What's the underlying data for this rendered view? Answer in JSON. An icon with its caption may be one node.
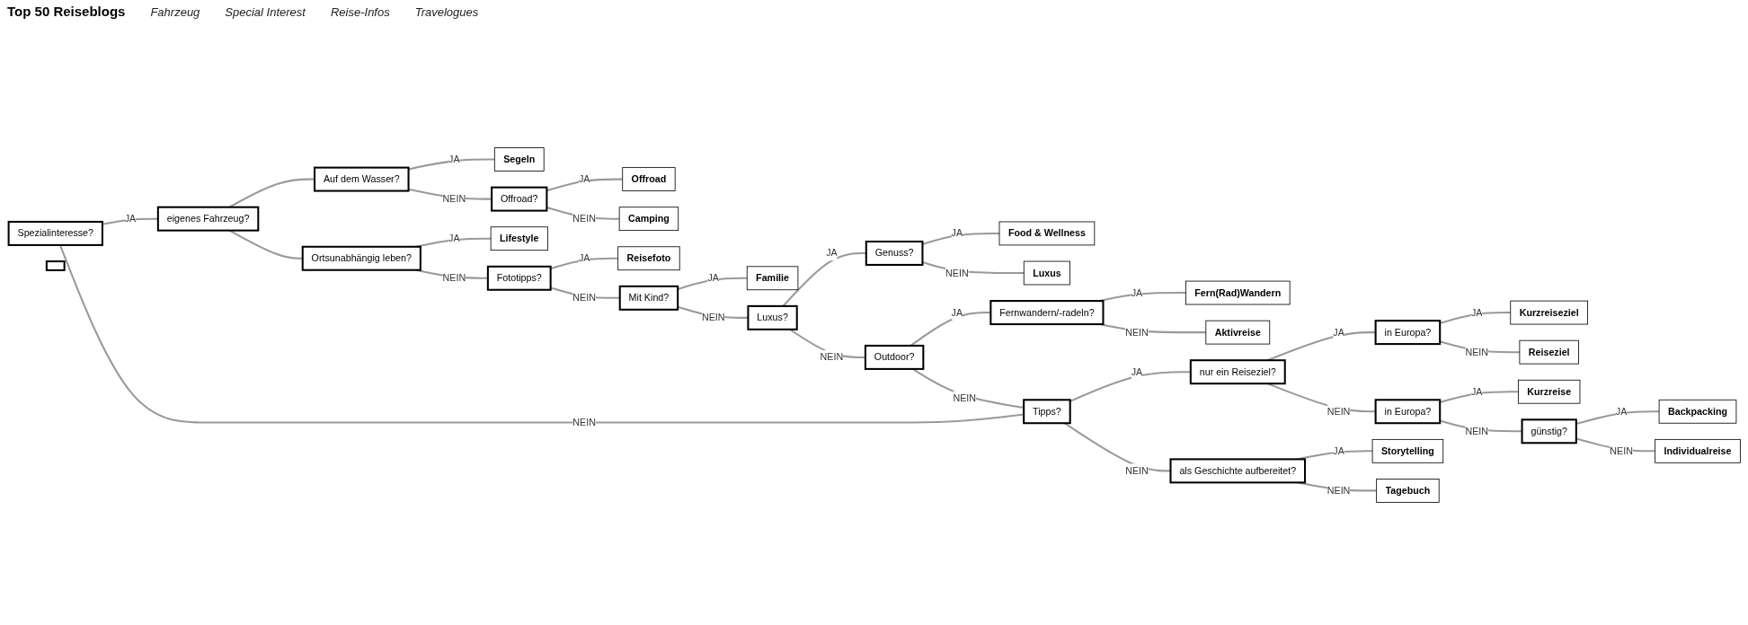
{
  "diagram": {
    "title": "Top 50 Reiseblogs",
    "nodes": [
      {
        "text": [
          "Spezialinteresse?"
        ]
      },
      {
        "text": [
          "eigenes Fahrzeug?"
        ]
      },
      {
        "text": [
          "Auf dem Wasser?"
        ]
      },
      {
        "text": [
          "Offroad?"
        ]
      },
      {
        "text": [
          "Ortsunabhängig leben?"
        ]
      },
      {
        "text": [
          "Fototipps?"
        ]
      },
      {
        "text": [
          "Mit Kind?"
        ]
      },
      {
        "text": [
          "Luxus?"
        ]
      },
      {
        "text": [
          "Outdoor?"
        ]
      },
      {
        "text": [
          "Genuss?"
        ]
      },
      {
        "text": [
          "Fernwandern/-radeln?"
        ]
      },
      {
        "text": [],
        "shape": "box"
      },
      {
        "text": [
          "Tipps?"
        ]
      },
      {
        "text": [
          "nur ein Reiseziel?"
        ]
      },
      {
        "text": [
          "in Europa?"
        ]
      },
      {
        "text": [
          "in Europa?"
        ]
      },
      {
        "text": [
          "günstig?"
        ]
      },
      {
        "text": [
          "als Geschichte aufbereitet?"
        ]
      },
      {
        "text": [
          "Segeln"
        ]
      },
      {
        "text": [
          "Offroad"
        ]
      },
      {
        "text": [
          "Camping"
        ]
      },
      {
        "text": [
          "Lifestyle"
        ]
      },
      {
        "text": [
          "Reisefoto"
        ]
      },
      {
        "text": [
          "Familie"
        ]
      },
      {
        "text": [
          "Food & Wellness"
        ]
      },
      {
        "text": [
          "Luxus"
        ]
      },
      {
        "text": [
          "Fern(Rad)Wandern"
        ]
      },
      {
        "text": [
          "Aktivreise"
        ]
      },
      {
        "text": [
          "Kurzreiseziel"
        ]
      },
      {
        "text": [
          "Reiseziel"
        ]
      },
      {
        "text": [
          "Kurzreise"
        ]
      },
      {
        "text": [
          "Backpacking"
        ]
      },
      {
        "text": [
          "Individualreise"
        ]
      },
      {
        "text": [
          "Storytelling"
        ]
      },
      {
        "text": [
          "Tagebuch"
        ]
      }
    ],
    "edges": [
      {
        "from": 0,
        "to": 1,
        "arrow": "none",
        "label": "JA"
      },
      {
        "from": 0,
        "to": 12,
        "arrow": "none",
        "label": "NEIN"
      },
      {
        "from": 1,
        "to": 2,
        "arrow": "none"
      },
      {
        "from": 1,
        "to": 4,
        "arrow": "none"
      },
      {
        "from": 2,
        "to": 18,
        "arrow": "none",
        "label": "JA"
      },
      {
        "from": 2,
        "to": 3,
        "arrow": "none",
        "label": "NEIN"
      },
      {
        "from": 3,
        "to": 19,
        "arrow": "none",
        "label": "JA"
      },
      {
        "from": 3,
        "to": 20,
        "arrow": "none",
        "label": "NEIN"
      },
      {
        "from": 4,
        "to": 21,
        "arrow": "none",
        "label": "JA"
      },
      {
        "from": 4,
        "to": 5,
        "arrow": "none",
        "label": "NEIN"
      },
      {
        "from": 5,
        "to": 22,
        "arrow": "none",
        "label": "JA"
      },
      {
        "from": 5,
        "to": 6,
        "arrow": "none",
        "label": "NEIN"
      },
      {
        "from": 6,
        "to": 23,
        "arrow": "none",
        "label": "JA"
      },
      {
        "from": 6,
        "to": 7,
        "arrow": "none",
        "label": "NEIN"
      },
      {
        "from": 7,
        "to": 9,
        "arrow": "none",
        "label": "JA"
      },
      {
        "from": 7,
        "to": 8,
        "arrow": "none",
        "label": "NEIN"
      },
      {
        "from": 9,
        "to": 24,
        "arrow": "none",
        "label": "JA"
      },
      {
        "from": 9,
        "to": 25,
        "arrow": "none",
        "label": "NEIN"
      },
      {
        "from": 8,
        "to": 10,
        "arrow": "none",
        "label": "JA"
      },
      {
        "from": 8,
        "to": 12,
        "arrow": "none",
        "label": "NEIN"
      },
      {
        "from": 10,
        "to": 26,
        "arrow": "none",
        "label": "JA"
      },
      {
        "from": 10,
        "to": 27,
        "arrow": "none",
        "label": "NEIN"
      },
      {
        "from": 12,
        "to": 13,
        "arrow": "none",
        "label": "JA"
      },
      {
        "from": 12,
        "to": 17,
        "arrow": "none",
        "label": "NEIN"
      },
      {
        "from": 13,
        "to": 14,
        "arrow": "none",
        "label": "JA"
      },
      {
        "from": 13,
        "to": 15,
        "arrow": "none",
        "label": "NEIN"
      },
      {
        "from": 14,
        "to": 28,
        "arrow": "none",
        "label": "JA"
      },
      {
        "from": 14,
        "to": 29,
        "arrow": "none",
        "label": "NEIN"
      },
      {
        "from": 15,
        "to": 30,
        "arrow": "none",
        "label": "JA"
      },
      {
        "from": 15,
        "to": 16,
        "arrow": "none",
        "label": "NEIN"
      },
      {
        "from": 16,
        "to": 31,
        "arrow": "none",
        "label": "JA"
      },
      {
        "from": 16,
        "to": 32,
        "arrow": "none",
        "label": "NEIN"
      },
      {
        "from": 17,
        "to": 33,
        "arrow": "none",
        "label": "JA"
      },
      {
        "from": 17,
        "to": 34,
        "arrow": "none",
        "label": "NEIN"
      }
    ],
    "labels": [
      "Fahrzeug",
      "Special Interest",
      "Reise-Infos",
      "Travelogues"
    ]
  }
}
